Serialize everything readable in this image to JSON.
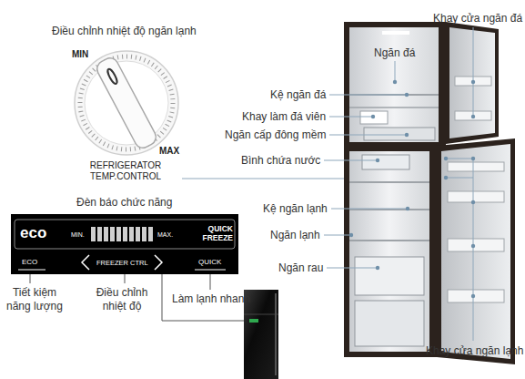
{
  "diagram": {
    "nodes": [
      {
        "text": [
          "eco",
          "MIN.",
          "MAX.",
          "QUICK FREEZE",
          "ECO",
          "FREEZER CTRL",
          "QUICK"
        ]
      }
    ],
    "labels": [
      "Điều chỉnh nhiệt độ ngăn lạnh",
      "MIN",
      "MAX",
      "REFRIGERATOR TEMP.CONTROL",
      "Đèn báo chức năng",
      "Tiết kiệm năng lượng",
      "Điều chỉnh nhiệt độ",
      "Làm lạnh nhanh",
      "Ngăn đá",
      "Khay cửa ngăn đá",
      "Kệ ngăn đá",
      "Khay làm đá viên",
      "Ngăn cấp đông mềm",
      "Bình chứa nước",
      "Kệ ngăn lạnh",
      "Ngăn lạnh",
      "Ngăn rau",
      "Khay cửa ngăn lạnh"
    ]
  }
}
